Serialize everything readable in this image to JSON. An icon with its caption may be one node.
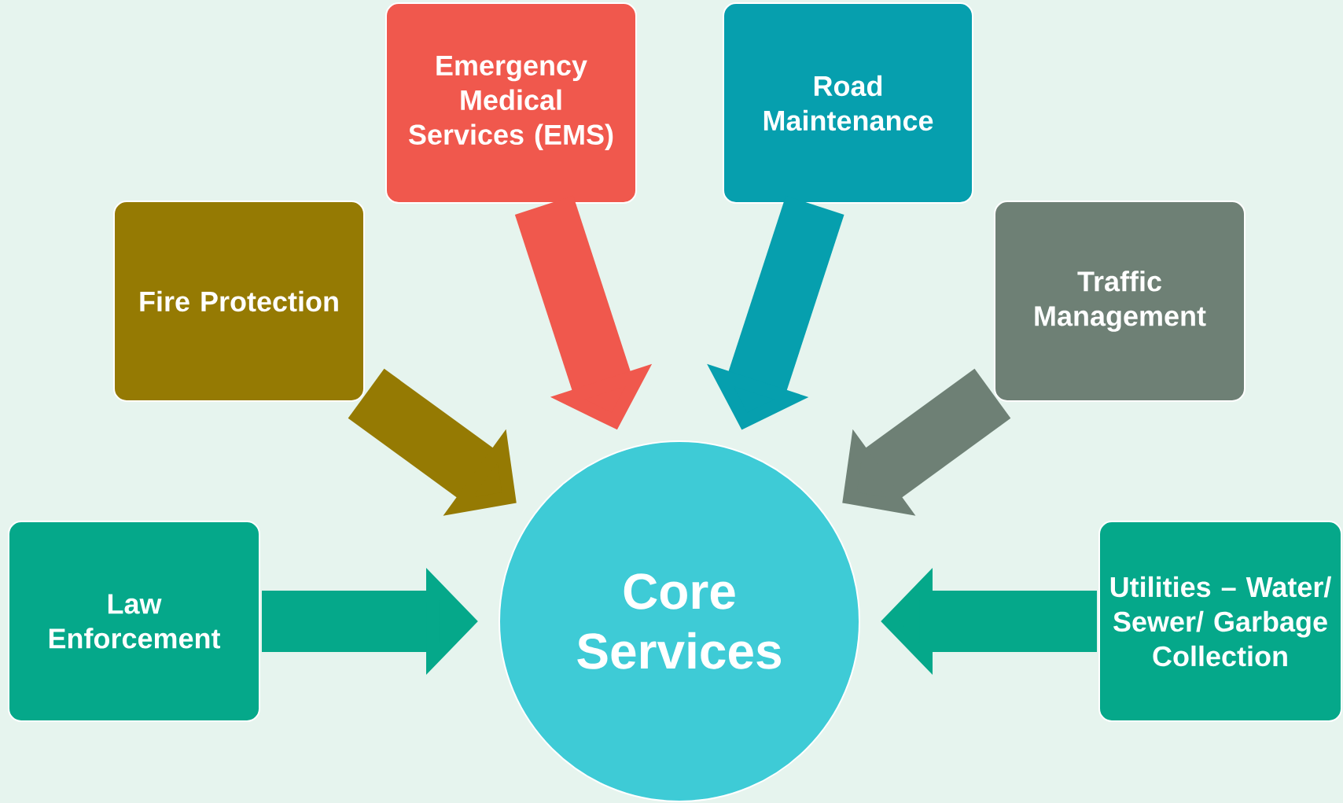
{
  "diagram": {
    "nodes": [
      {
        "text": [
          "Emergency Medical Services (EMS)"
        ]
      },
      {
        "text": [
          "Road Maintenance"
        ]
      },
      {
        "text": [
          "Fire Protection"
        ]
      },
      {
        "text": [
          "Traffic Management"
        ]
      },
      {
        "text": [
          "Law Enforcement"
        ]
      },
      {
        "text": [
          "Core Services"
        ]
      },
      {
        "text": [
          "Utilities – Water/ Sewer/ Garbage Collection"
        ]
      }
    ],
    "edges": [
      {
        "from": 0,
        "to": 5,
        "arrow": "to",
        "color": "#f0584d"
      },
      {
        "from": 1,
        "to": 5,
        "arrow": "to",
        "color": "#069fae"
      },
      {
        "from": 2,
        "to": 5,
        "arrow": "to",
        "color": "#957a03"
      },
      {
        "from": 3,
        "to": 5,
        "arrow": "to",
        "color": "#6e8075"
      },
      {
        "from": 4,
        "to": 5,
        "arrow": "to",
        "color": "#05a88a"
      },
      {
        "from": 6,
        "to": 5,
        "arrow": "to",
        "color": "#05a88a"
      }
    ]
  }
}
